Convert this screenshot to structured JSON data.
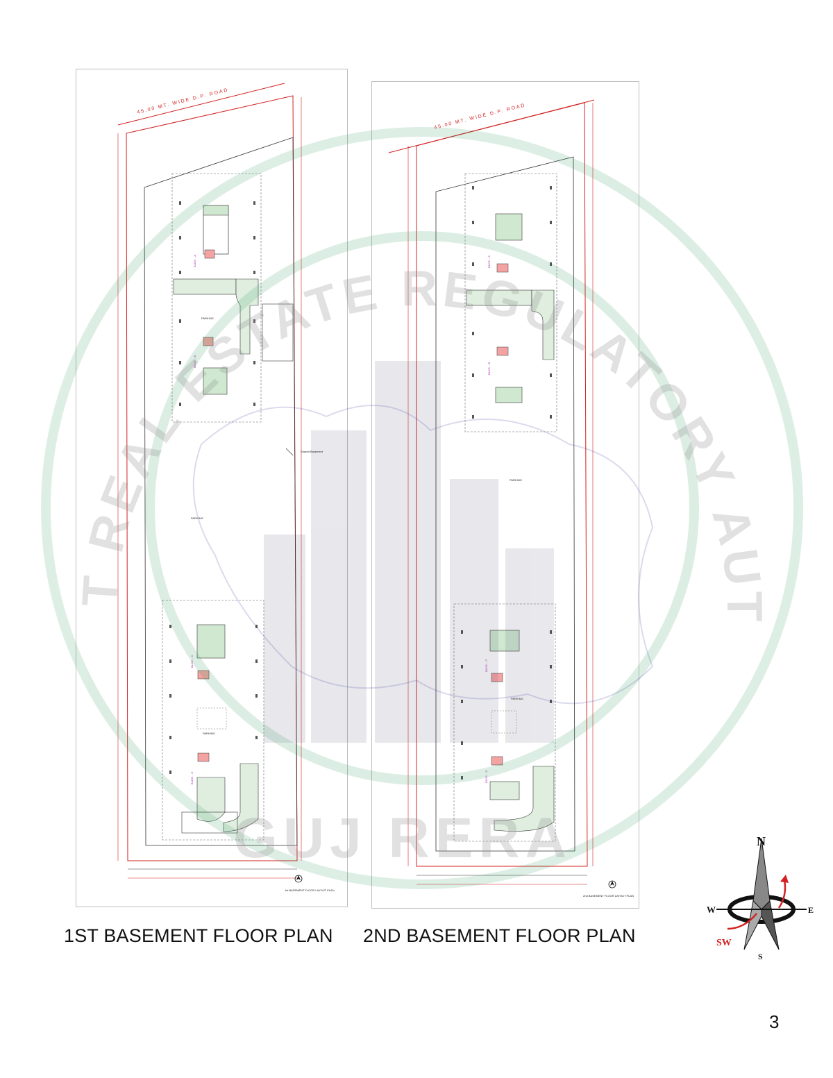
{
  "plans": [
    {
      "caption": "1ST BASEMENT FLOOR PLAN",
      "road_label": "45.00 MT. WIDE D.P. ROAD",
      "blocks": [
        "BLDG. - A",
        "BLDG. - B",
        "BLDG. - C",
        "BLDG. - D"
      ],
      "parking_label": "PARKING",
      "shared_basement_note": "Shared Basement",
      "layout_title": "1st BASEMENT FLOOR LAYOUT PLAN"
    },
    {
      "caption": "2ND BASEMENT FLOOR PLAN",
      "road_label": "45.00 MT. WIDE D.P. ROAD",
      "blocks": [
        "BLDG. - A",
        "BLDG. - B",
        "BLDG. - C",
        "BLDG. - D"
      ],
      "parking_label": "PARKING",
      "layout_title": "2nd BASEMENT FLOOR LAYOUT PLAN"
    }
  ],
  "watermark": {
    "text_top": "GUJARAT REAL ESTATE REGULATORY AUTHORITY",
    "text_bottom": "GUJ RERA",
    "color": "#2e9d5e"
  },
  "compass": {
    "n": "N",
    "s": "S",
    "e": "E",
    "w": "W",
    "direction": "SW",
    "accent": "#d32020"
  },
  "page_number": "3"
}
